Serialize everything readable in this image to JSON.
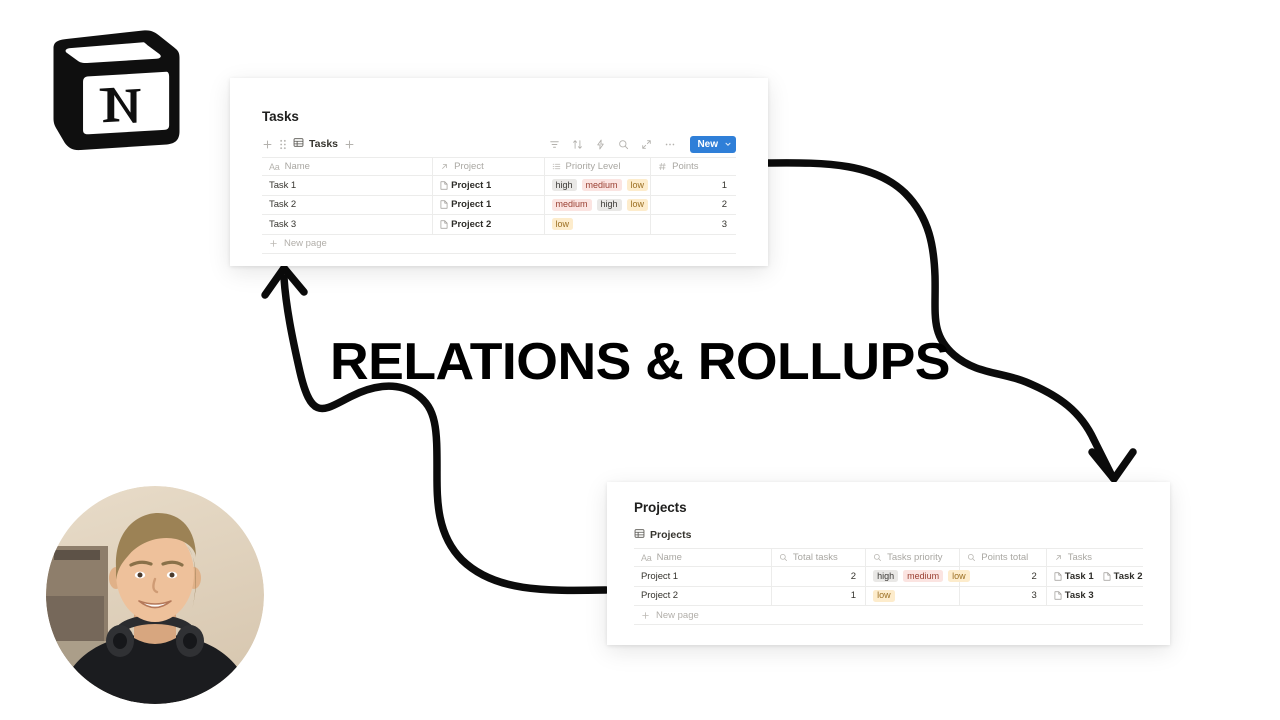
{
  "headline": "RELATIONS & ROLLUPS",
  "brand": {
    "logo_name": "notion-logo",
    "accent_blue": "#2f7fd8",
    "tag_gray": "#e9e8e6",
    "tag_red": "#fbe4e1",
    "tag_yellow": "#fdeccc"
  },
  "tasks_card": {
    "title": "Tasks",
    "view_tab": "Tasks",
    "toolbar": {
      "icons": [
        "filter-icon",
        "sort-icon",
        "automation-icon",
        "search-icon",
        "expand-icon",
        "more-options-icon"
      ],
      "new_label": "New"
    },
    "columns": [
      {
        "label": "Name",
        "icon": "title-text-icon"
      },
      {
        "label": "Project",
        "icon": "relation-arrow-icon"
      },
      {
        "label": "Priority Level",
        "icon": "multi-select-icon"
      },
      {
        "label": "Points",
        "icon": "number-hash-icon"
      }
    ],
    "rows": [
      {
        "name": "Task 1",
        "project": "Project 1",
        "priority": [
          {
            "label": "high",
            "color": "gray"
          },
          {
            "label": "medium",
            "color": "red"
          },
          {
            "label": "low",
            "color": "yellow"
          }
        ],
        "points": "1"
      },
      {
        "name": "Task 2",
        "project": "Project 1",
        "priority": [
          {
            "label": "medium",
            "color": "red"
          },
          {
            "label": "high",
            "color": "gray"
          },
          {
            "label": "low",
            "color": "yellow"
          }
        ],
        "points": "2"
      },
      {
        "name": "Task 3",
        "project": "Project 2",
        "priority": [
          {
            "label": "low",
            "color": "yellow"
          }
        ],
        "points": "3"
      }
    ],
    "new_page_label": "New page"
  },
  "projects_card": {
    "title": "Projects",
    "view_tab": "Projects",
    "columns": [
      {
        "label": "Name",
        "icon": "title-text-icon"
      },
      {
        "label": "Total tasks",
        "icon": "rollup-icon"
      },
      {
        "label": "Tasks priority",
        "icon": "rollup-icon"
      },
      {
        "label": "Points total",
        "icon": "rollup-icon"
      },
      {
        "label": "Tasks",
        "icon": "relation-arrow-icon"
      }
    ],
    "rows": [
      {
        "name": "Project 1",
        "total_tasks": "2",
        "priority": [
          {
            "label": "high",
            "color": "gray"
          },
          {
            "label": "medium",
            "color": "red"
          },
          {
            "label": "low",
            "color": "yellow"
          }
        ],
        "points_total": "2",
        "tasks": [
          "Task 1",
          "Task 2"
        ]
      },
      {
        "name": "Project 2",
        "total_tasks": "1",
        "priority": [
          {
            "label": "low",
            "color": "yellow"
          }
        ],
        "points_total": "3",
        "tasks": [
          "Task 3"
        ]
      }
    ],
    "new_page_label": "New page"
  },
  "decorations": {
    "arrow_left_name": "curved-arrow-to-tasks",
    "arrow_right_name": "curved-arrow-to-projects",
    "avatar_name": "presenter-webcam-avatar"
  }
}
